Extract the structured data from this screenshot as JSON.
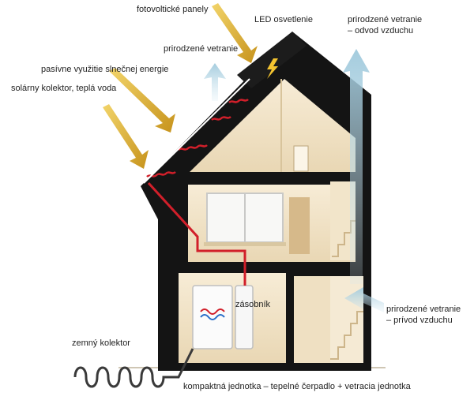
{
  "labels": {
    "fotovoltaicke_panely": "fotovoltické panely",
    "led_osvetlenie": "LED osvetlenie",
    "prirodzene_vetranie_odvod_1": "prirodzené vetranie",
    "prirodzene_vetranie_odvod_2": "– odvod vzduchu",
    "prirodzene_vetranie": "prirodzené vetranie",
    "pasivne_vyuzitie": "pasívne využitie slnečnej energie",
    "solarny_kolektor": "solárny kolektor, teplá voda",
    "zasobnik": "zásobník",
    "prirodzene_vetranie_privod_1": "prirodzené vetranie",
    "prirodzene_vetranie_privod_2": "– prívod vzduchu",
    "zemny_kolektor": "zemný kolektor",
    "kompaktna_jednotka": "kompaktná jednotka – tepelné čerpadlo + vetracia jednotka"
  },
  "colors": {
    "wall": "#141414",
    "interior": "#f3e6cc",
    "interior_shade": "#e4d1ad",
    "sun_arrow": "#d9b23a",
    "air_arrow": "#a9cfe0",
    "pipe": "#d11f2a",
    "ground_coil": "#3a3a3a",
    "bolt": "#f4c430"
  }
}
